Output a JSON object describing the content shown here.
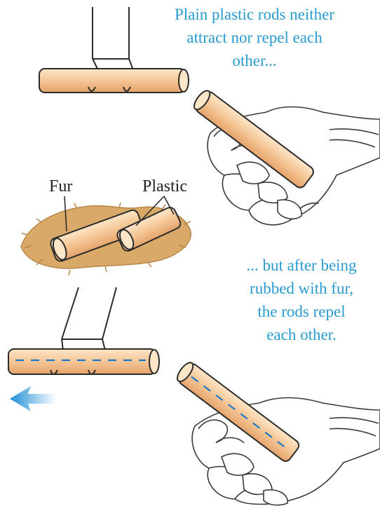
{
  "captions": {
    "top_line_1": "Plain plastic rods neither",
    "top_line_2": "attract nor repel each",
    "top_line_3": "other...",
    "bottom_line_1": "... but after being",
    "bottom_line_2": "rubbed with fur,",
    "bottom_line_3": "the rods repel",
    "bottom_line_4": "each other."
  },
  "labels": {
    "fur": "Fur",
    "plastic": "Plastic"
  },
  "colors": {
    "caption_text": "#2a9bd0",
    "rod_fill": "#f6c99a",
    "rod_outline": "#2b2b2b",
    "fur": "#d9a968",
    "charge_dash": "#1e78c8",
    "arrow": "#1e8fd6"
  }
}
